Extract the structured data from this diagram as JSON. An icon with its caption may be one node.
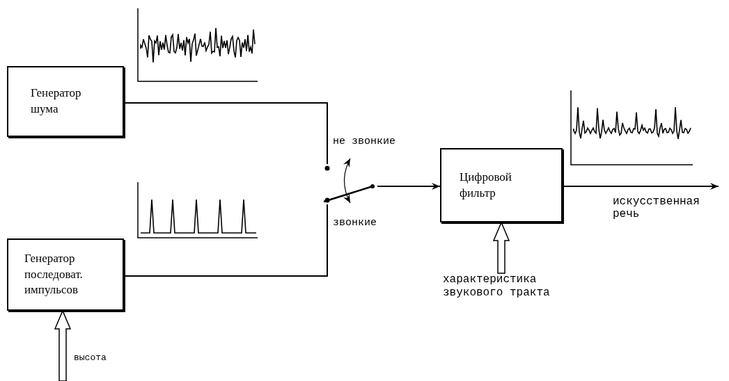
{
  "diagram": {
    "nodes": [
      {
        "text": [
          "Генератор шума"
        ]
      },
      {
        "text": [
          "Генератор последоват. импульсов"
        ]
      },
      {
        "text": [],
        "shape": "switch",
        "beside": [
          "не звонкие",
          "звонкие"
        ]
      },
      {
        "text": [
          "Цифровой фильтр"
        ]
      },
      {
        "text": [
          "характеристика звукового тракта"
        ]
      }
    ],
    "edges": [
      {
        "from": 0,
        "to": 2,
        "arrow": "none"
      },
      {
        "from": 1,
        "to": 2,
        "arrow": "none"
      },
      {
        "from": 2,
        "to": 3,
        "arrow": "to"
      },
      {
        "from": 3,
        "to": null,
        "arrow": "to",
        "label": "искусственная речь"
      },
      {
        "from": 4,
        "to": 3,
        "arrow": "to",
        "style": "thick"
      },
      {
        "from": null,
        "to": 1,
        "arrow": "to",
        "style": "thick",
        "label": "высота"
      }
    ]
  }
}
